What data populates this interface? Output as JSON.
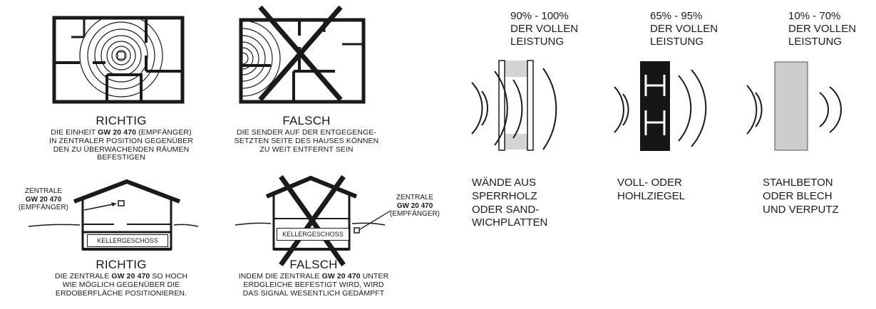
{
  "placement": {
    "panel_1": {
      "title": "RICHTIG",
      "caption_lines": [
        [
          "DIE EINHEIT ",
          "GW 20 470",
          " (EMPFÄNGER)"
        ],
        [
          "IN ZENTRALER POSITION GEGENÜBER",
          "",
          ""
        ],
        [
          "DEN ZU ÜBERWACHENDEN RÄUMEN",
          "",
          ""
        ],
        [
          "BEFESTIGEN",
          "",
          ""
        ]
      ]
    },
    "panel_2": {
      "title": "FALSCH",
      "caption_lines": [
        "DIE SENDER AUF DER ENTGEGENGE-",
        "SETZTEN SEITE DES HAUSES KÖNNEN",
        "ZU WEIT ENTFERNT SEIN"
      ]
    },
    "panel_3": {
      "title": "RICHTIG",
      "label_lines": [
        "ZENTRALE",
        "GW 20 470",
        "(EMPFÄNGER)"
      ],
      "basement_label": "KELLERGESCHOSS",
      "caption_lines": [
        [
          "DIE ZENTRALE ",
          "GW 20 470",
          " SO HOCH"
        ],
        [
          "WIE MÖGLICH GEGENÜBER DIE",
          "",
          ""
        ],
        [
          "ERDOBERFLÄCHE POSITIONIEREN.",
          "",
          ""
        ]
      ]
    },
    "panel_4": {
      "title": "FALSCH",
      "label_lines": [
        "ZENTRALE",
        "GW 20 470",
        "(EMPFÄNGER)"
      ],
      "basement_label": "KELLERGESCHOSS",
      "caption_lines": [
        [
          "INDEM DIE ZENTRALE ",
          "GW 20 470",
          " UNTER"
        ],
        [
          "ERDGLEICHE BEFESTIGT WIRD, WIRD",
          "",
          ""
        ],
        [
          "DAS SIGNAL WESENTLICH GEDÄMPFT",
          "",
          ""
        ]
      ]
    }
  },
  "materials": [
    {
      "percent": "90% - 100%",
      "performance_lines": [
        "DER VOLLEN",
        "LEISTUNG"
      ],
      "material_lines": [
        "WÄNDE AUS",
        "SPERRHOLZ",
        "ODER SAND-",
        "WICHPLATTEN"
      ],
      "wall_color": "#d4d4d4"
    },
    {
      "percent": "65% - 95%",
      "performance_lines": [
        "DER VOLLEN",
        "LEISTUNG"
      ],
      "material_lines": [
        "VOLL- ODER",
        "HOHLZIEGEL"
      ],
      "wall_color": "#161616"
    },
    {
      "percent": "10% - 70%",
      "performance_lines": [
        "DER VOLLEN",
        "LEISTUNG"
      ],
      "material_lines": [
        "STAHLBETON",
        "ODER BLECH",
        "UND VERPUTZ"
      ],
      "wall_color": "#cccccc"
    }
  ]
}
